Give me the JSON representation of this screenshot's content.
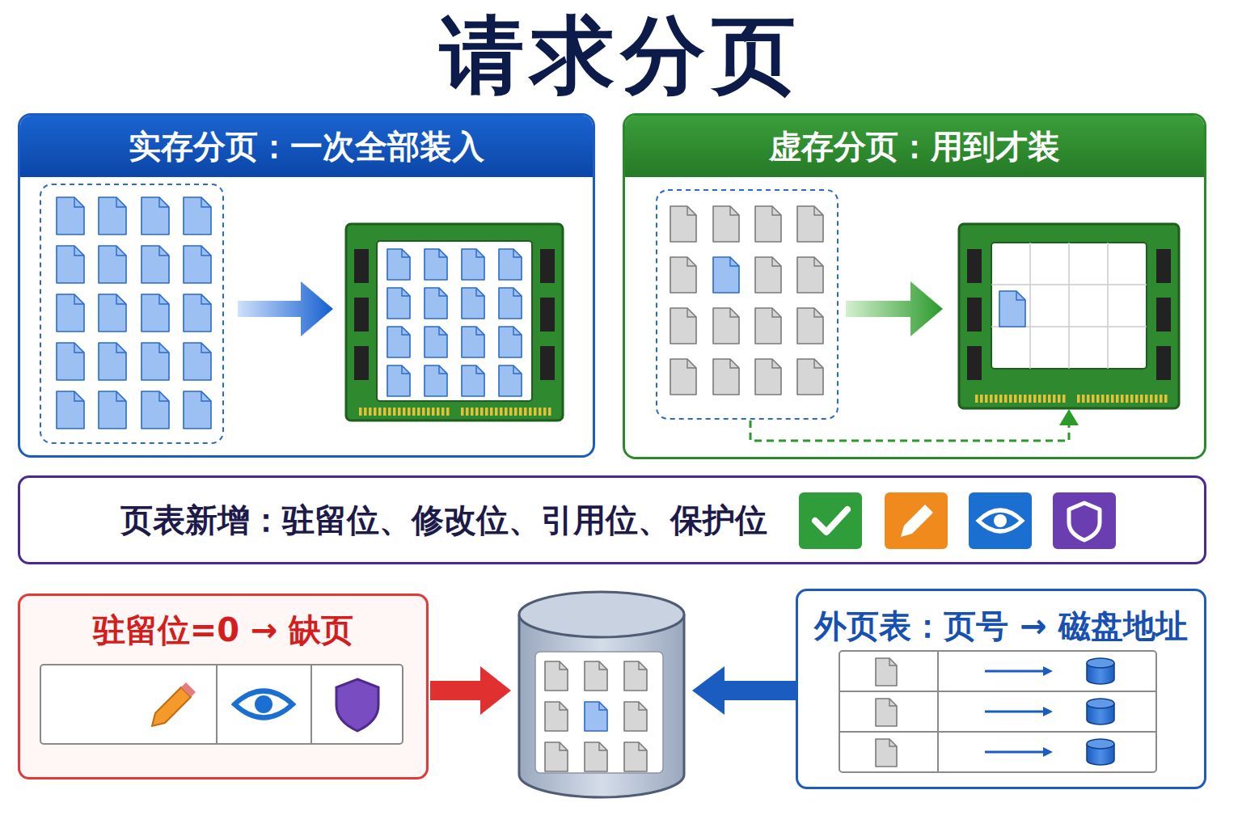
{
  "diagram": {
    "title": "请求分页",
    "nodes": [
      {
        "text": [
          "实存分页：一次全部装入"
        ]
      },
      {
        "text": [
          "虚存分页：用到才装"
        ]
      },
      {
        "text": [
          "页表新增：驻留位、修改位、引用位、保护位"
        ]
      },
      {
        "text": [
          "驻留位=0 → 缺页"
        ]
      },
      {
        "text": [
          "0"
        ],
        "in": 3
      },
      {
        "text": [
          "外页表：页号 → 磁盘地址"
        ]
      }
    ]
  }
}
